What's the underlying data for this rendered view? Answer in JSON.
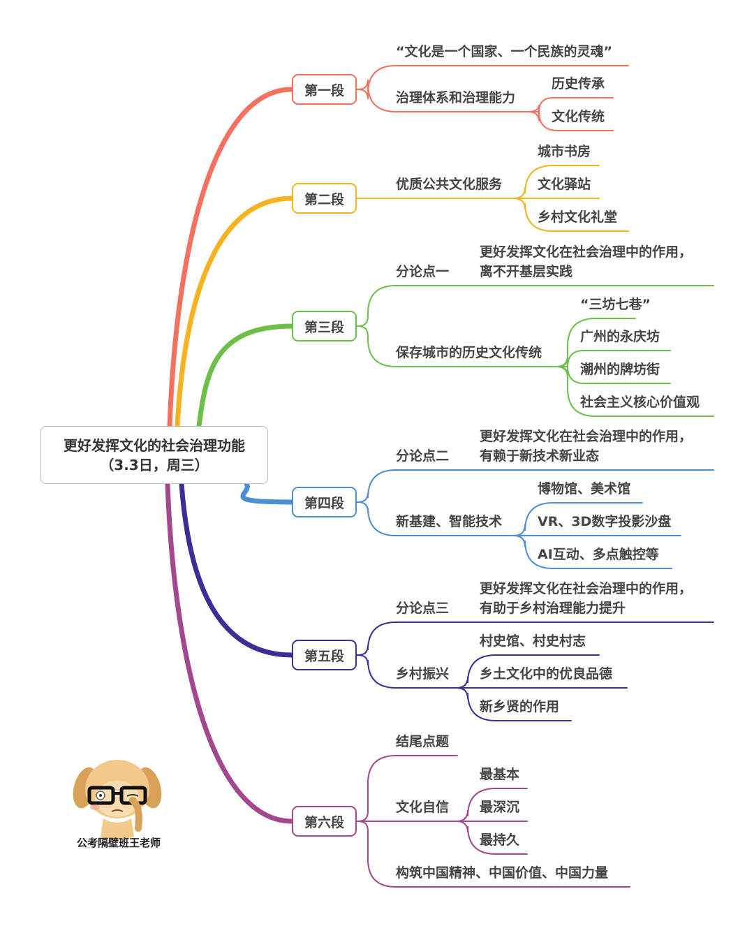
{
  "root": {
    "title": "更好发挥文化的社会治理功能（3.3日，周三）"
  },
  "sections": [
    {
      "label": "第一段",
      "color": "#f4705f",
      "children": [
        {
          "label": "“文化是一个国家、一个民族的灵魂”",
          "children": []
        },
        {
          "label": "治理体系和治理能力",
          "children": [
            {
              "label": "历史传承"
            },
            {
              "label": "文化传统"
            }
          ]
        }
      ]
    },
    {
      "label": "第二段",
      "color": "#f7b21f",
      "children": [
        {
          "label": "优质公共文化服务",
          "children": [
            {
              "label": "城市书房"
            },
            {
              "label": "文化驿站"
            },
            {
              "label": "乡村文化礼堂"
            }
          ]
        }
      ]
    },
    {
      "label": "第三段",
      "color": "#6cc04a",
      "children": [
        {
          "label": "分论点一",
          "note": [
            "更好发挥文化在社会治理中的作用，",
            "离不开基层实践"
          ],
          "children": []
        },
        {
          "label": "保存城市的历史文化传统",
          "children": [
            {
              "label": "“三坊七巷”"
            },
            {
              "label": "广州的永庆坊"
            },
            {
              "label": "潮州的牌坊街"
            },
            {
              "label": "社会主义核心价值观"
            }
          ]
        }
      ]
    },
    {
      "label": "第四段",
      "color": "#4a8fd6",
      "children": [
        {
          "label": "分论点二",
          "note": [
            "更好发挥文化在社会治理中的作用，",
            "有赖于新技术新业态"
          ],
          "children": []
        },
        {
          "label": "新基建、智能技术",
          "children": [
            {
              "label": "博物馆、美术馆"
            },
            {
              "label": "VR、3D数字投影沙盘"
            },
            {
              "label": "AI互动、多点触控等"
            }
          ]
        }
      ]
    },
    {
      "label": "第五段",
      "color": "#3b2f95",
      "children": [
        {
          "label": "分论点三",
          "note": [
            "更好发挥文化在社会治理中的作用，",
            "有助于乡村治理能力提升"
          ],
          "children": []
        },
        {
          "label": "乡村振兴",
          "children": [
            {
              "label": "村史馆、村史村志"
            },
            {
              "label": "乡土文化中的优良品德"
            },
            {
              "label": "新乡贤的作用"
            }
          ]
        }
      ]
    },
    {
      "label": "第六段",
      "color": "#a3488e",
      "children": [
        {
          "label": "结尾点题",
          "children": []
        },
        {
          "label": "文化自信",
          "children": [
            {
              "label": "最基本"
            },
            {
              "label": "最深沉"
            },
            {
              "label": "最持久"
            }
          ]
        },
        {
          "label": "构筑中国精神、中国价值、中国力量",
          "children": []
        }
      ]
    }
  ],
  "watermark": {
    "caption": "公考隔壁班王老师",
    "icon": "dog-mascot-icon"
  }
}
